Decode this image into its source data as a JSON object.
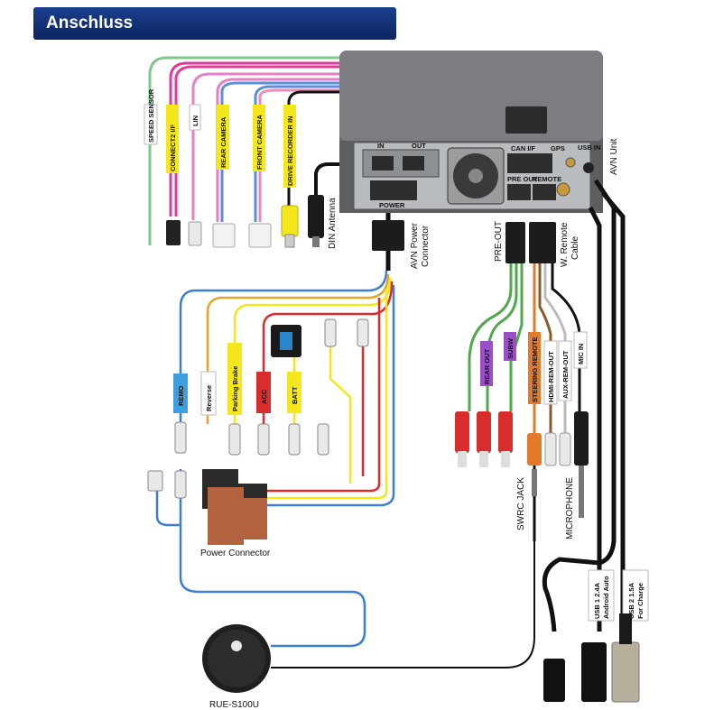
{
  "header": {
    "title": "Anschluss"
  },
  "unit": {
    "avn_unit": "AVN Unit",
    "in_label": "IN",
    "out_label": "OUT",
    "power_label": "POWER",
    "canif_label": "CAN I/F",
    "gps_label": "GPS",
    "preout_label": "PRE OUT",
    "remote_label": "REMOTE",
    "usb_label": "USB IN"
  },
  "top_tags": [
    {
      "id": "speed",
      "text": "SPEED SENSOR",
      "color": "#ffffff"
    },
    {
      "id": "connect2",
      "text": "CONNECT2 I/F",
      "color": "#f4e81c"
    },
    {
      "id": "lin",
      "text": "LIN",
      "color": "#ffffff"
    },
    {
      "id": "rear_cam",
      "text": "REAR CAMERA",
      "color": "#f4e81c"
    },
    {
      "id": "front_cam",
      "text": "FRONT CAMERA",
      "color": "#f4e81c"
    },
    {
      "id": "drive_rec",
      "text": "DRIVE RECORDER IN",
      "color": "#f4e81c"
    }
  ],
  "labels": {
    "din_antenna": "DIN  Antenna",
    "avn_power_connector_1": "AVN Power",
    "avn_power_connector_2": "Connector",
    "pre_out": "PRE-OUT",
    "w_remote_1": "W. Remote",
    "w_remote_2": "Cable",
    "power_connector": "Power Connector",
    "rue": "RUE-S100U",
    "svrc_jack": "SWRC JACK",
    "microphone": "MICROPHONE"
  },
  "wire_tags": [
    {
      "id": "remo",
      "text": "REMO"
    },
    {
      "id": "reverse",
      "text": "Reverse"
    },
    {
      "id": "parking",
      "text": "Parking Brake"
    },
    {
      "id": "acc",
      "text": "ACC"
    },
    {
      "id": "batt",
      "text": "BATT"
    }
  ],
  "right_tags": [
    {
      "id": "rear_out",
      "text": "REAR  OUT"
    },
    {
      "id": "subw",
      "text": "SUBW"
    },
    {
      "id": "steering",
      "text": "STEERING REMOTE"
    },
    {
      "id": "hdmi_rem",
      "text": "HDMI-REM-OUT"
    },
    {
      "id": "aux_rem",
      "text": "AUX-REM-OUT"
    },
    {
      "id": "mic_in",
      "text": "MIC  IN"
    }
  ],
  "usb_tags": [
    {
      "id": "usb1",
      "line1": "USB 1  2.4A",
      "line2": "Android Auto"
    },
    {
      "id": "usb2",
      "line1": "USB 2  1.5A",
      "line2": "For Charge"
    }
  ]
}
